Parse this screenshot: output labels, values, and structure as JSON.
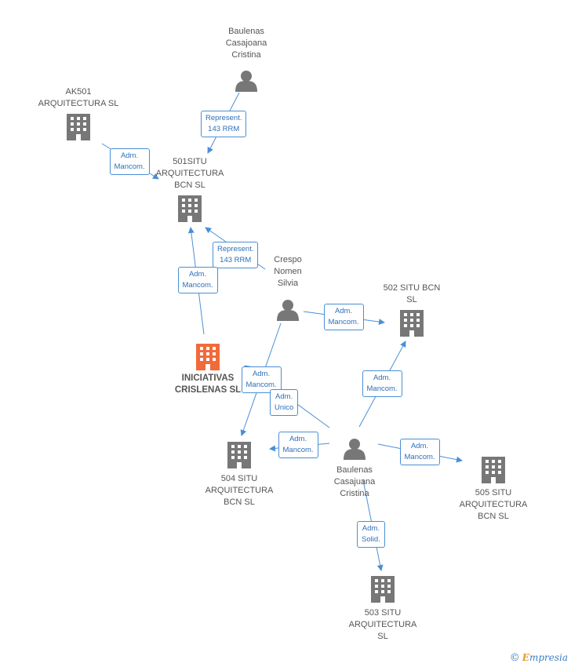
{
  "colors": {
    "edge": "#4a8fd6",
    "node": "#777777",
    "highlight": "#f26a3a",
    "label_text": "#555555"
  },
  "nodes": [
    {
      "id": "baulenas_top",
      "type": "person",
      "label": "Baulenas\nCasajoana\nCristina"
    },
    {
      "id": "ak501",
      "type": "company",
      "label": "AK501\nARQUITECTURA SL"
    },
    {
      "id": "situ501",
      "type": "company",
      "label": "501SITU\nARQUITECTURA\nBCN SL"
    },
    {
      "id": "crespo",
      "type": "person",
      "label": "Crespo\nNomen\nSilvia"
    },
    {
      "id": "iniciativas",
      "type": "company",
      "highlight": true,
      "label": "INICIATIVAS\nCRISLENAS SL"
    },
    {
      "id": "situ502",
      "type": "company",
      "label": "502 SITU BCN\nSL"
    },
    {
      "id": "situ504",
      "type": "company",
      "label": "504 SITU\nARQUITECTURA\nBCN SL"
    },
    {
      "id": "baulenas_mid",
      "type": "person",
      "label": "Baulenas\nCasajuana\nCristina"
    },
    {
      "id": "situ505",
      "type": "company",
      "label": "505 SITU\nARQUITECTURA\nBCN SL"
    },
    {
      "id": "situ503",
      "type": "company",
      "label": "503 SITU\nARQUITECTURA\nSL"
    }
  ],
  "edges": [
    {
      "from": "baulenas_top",
      "to": "situ501",
      "label": "Represent.\n143 RRM"
    },
    {
      "from": "ak501",
      "to": "situ501",
      "label": "Adm.\nMancom."
    },
    {
      "from": "crespo",
      "to": "situ501",
      "label": "Represent.\n143 RRM"
    },
    {
      "from": "iniciativas",
      "to": "situ501",
      "label": "Adm.\nMancom."
    },
    {
      "from": "crespo",
      "to": "situ502",
      "label": "Adm.\nMancom."
    },
    {
      "from": "crespo",
      "to": "situ504",
      "label": "Adm.\nMancom."
    },
    {
      "from": "baulenas_mid",
      "to": "iniciativas",
      "label": "Adm.\nUnico"
    },
    {
      "from": "baulenas_mid",
      "to": "situ502",
      "label": "Adm.\nMancom."
    },
    {
      "from": "baulenas_mid",
      "to": "situ504",
      "label": "Adm.\nMancom."
    },
    {
      "from": "baulenas_mid",
      "to": "situ505",
      "label": "Adm.\nMancom."
    },
    {
      "from": "baulenas_mid",
      "to": "situ503",
      "label": "Adm.\nSolid."
    }
  ],
  "watermark": {
    "copyright": "©",
    "brand_first": "E",
    "brand_rest": "mpresia"
  }
}
